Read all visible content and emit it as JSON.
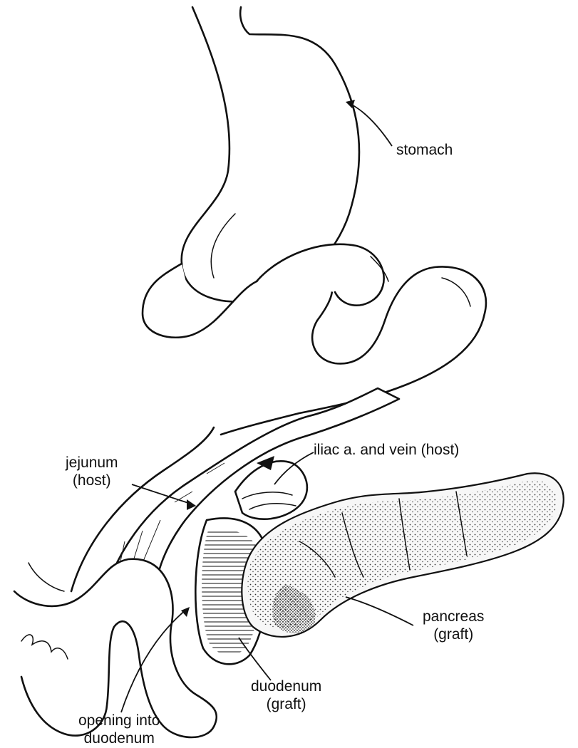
{
  "labels": {
    "stomach": "stomach",
    "iliac": "iliac a. and vein (host)",
    "jejunum_line1": "jejunum",
    "jejunum_line2": "(host)",
    "pancreas_line1": "pancreas",
    "pancreas_line2": "(graft)",
    "duodenum_line1": "duodenum",
    "duodenum_line2": "(graft)",
    "opening_line1": "opening into",
    "opening_line2": "duodenum"
  },
  "colors": {
    "ink": "#111111",
    "paper": "#ffffff",
    "stipple": "#333333"
  }
}
